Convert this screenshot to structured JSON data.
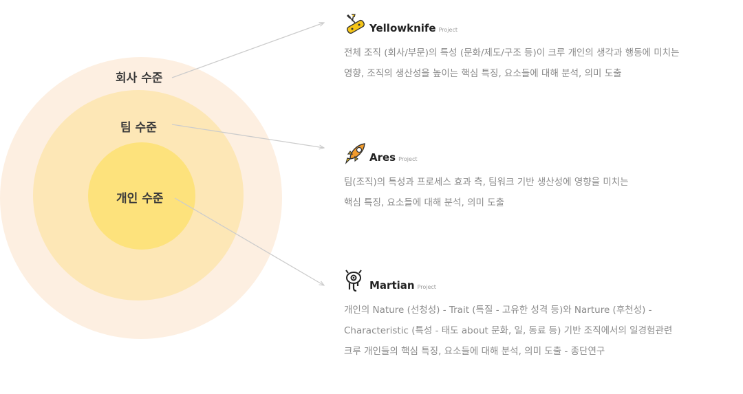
{
  "levels": {
    "company": "회사 수준",
    "team": "팀 수준",
    "individual": "개인 수준"
  },
  "colors": {
    "outer_circle": "#fdefe1",
    "middle_circle": "#fde7b6",
    "inner_circle": "#fde27c",
    "connector_line": "#cccccc",
    "icon_yellow": "#f5c518",
    "icon_orange": "#f29b2b"
  },
  "projects": [
    {
      "name": "Yellowknife",
      "tag": "Project",
      "icon": "swiss-knife-icon",
      "lines": [
        "전체 조직 (회사/부문)의 특성 (문화/제도/구조 등)이 크루 개인의 생각과 행동에 미치는",
        "영향, 조직의 생산성을 높이는 핵심 특징, 요소들에 대해 분석, 의미 도출"
      ]
    },
    {
      "name": "Ares",
      "tag": "Project",
      "icon": "rocket-icon",
      "lines": [
        "팀(조직)의 특성과 프로세스 효과 측, 팀워크 기반 생산성에 영향을 미치는",
        "핵심 특징, 요소들에 대해 분석, 의미 도출"
      ]
    },
    {
      "name": "Martian",
      "tag": "Project",
      "icon": "martian-icon",
      "lines": [
        "개인의  Nature  (선청성) - Trait (특질 - 고유한 성격 등)와  Narture (후천성) -",
        "Characteristic (특성 - 태도 about 문화, 일, 동료  등) 기반 조직에서의 일경험관련",
        "크루 개인들의 핵심 특징, 요소들에 대해 분석, 의미 도출 - 종단연구"
      ]
    }
  ]
}
